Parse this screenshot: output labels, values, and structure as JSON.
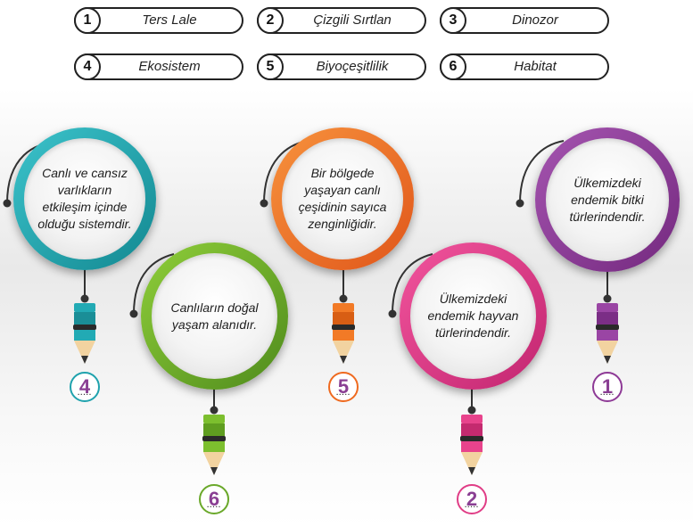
{
  "terms": [
    {
      "num": "1",
      "label": "Ters Lale"
    },
    {
      "num": "2",
      "label": "Çizgili Sırtlan"
    },
    {
      "num": "3",
      "label": "Dinozor"
    },
    {
      "num": "4",
      "label": "Ekosistem"
    },
    {
      "num": "5",
      "label": "Biyoçeşitlilik"
    },
    {
      "num": "6",
      "label": "Habitat"
    }
  ],
  "definitions": [
    {
      "text": "Canlı ve cansız varlıkların etkileşim içinde olduğu sistemdir.",
      "answer": "4",
      "color": "#1fa2ad"
    },
    {
      "text": "Canlıların doğal yaşam alanıdır.",
      "answer": "6",
      "color": "#6aa82a"
    },
    {
      "text": "Bir bölgede yaşayan canlı çeşidinin sayıca zenginliğidir.",
      "answer": "5",
      "color": "#ef6a1f"
    },
    {
      "text": "Ülkemizdeki endemik hayvan türlerindendir.",
      "answer": "2",
      "color": "#e03d86"
    },
    {
      "text": "Ülkemizdeki endemik bitki türlerindendir.",
      "answer": "1",
      "color": "#8e3a96"
    }
  ],
  "dots": "....."
}
